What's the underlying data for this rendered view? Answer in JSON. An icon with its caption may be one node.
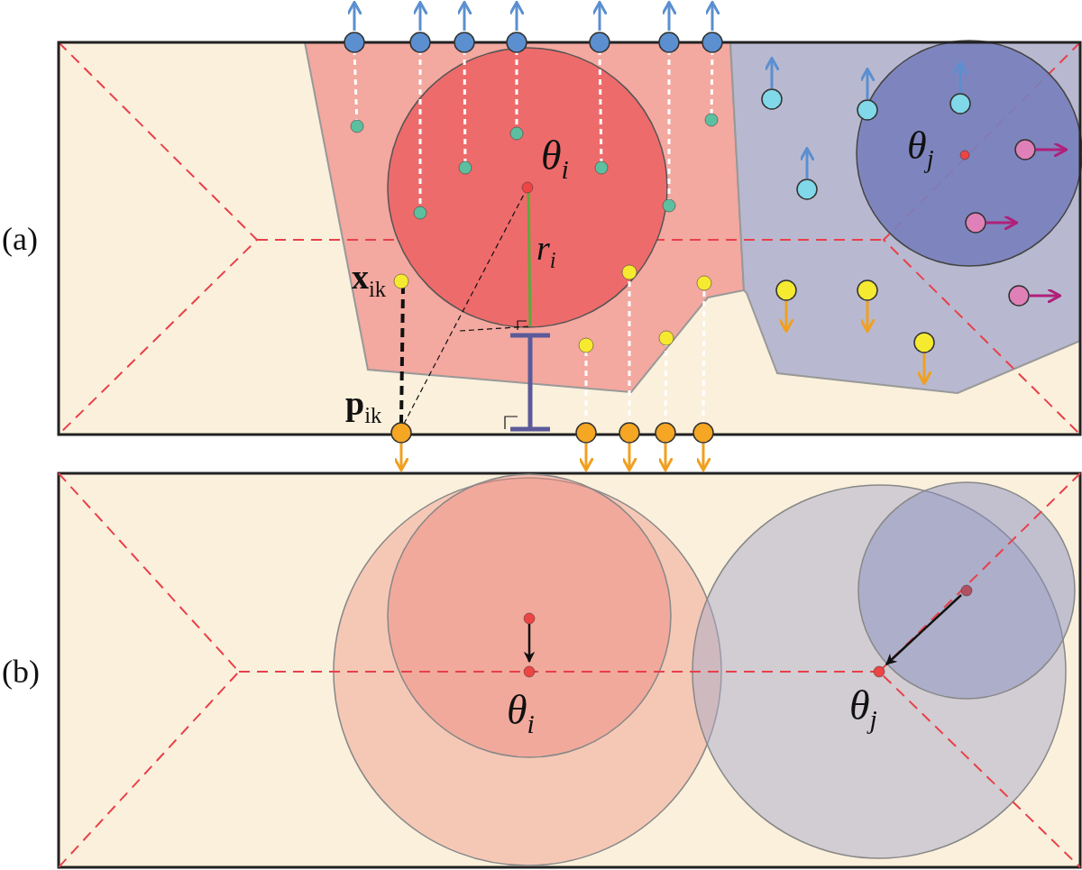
{
  "diagram": {
    "labels": [
      "θ$_{i}$",
      "θ$_{j}$",
      "(a)",
      "r$_{i}$",
      "**x**$_{i}$$_{k}$",
      "**p**$_{i}$$_{k}$",
      "(b)",
      "θ$_{i}$",
      "θ$_{j}$"
    ]
  }
}
